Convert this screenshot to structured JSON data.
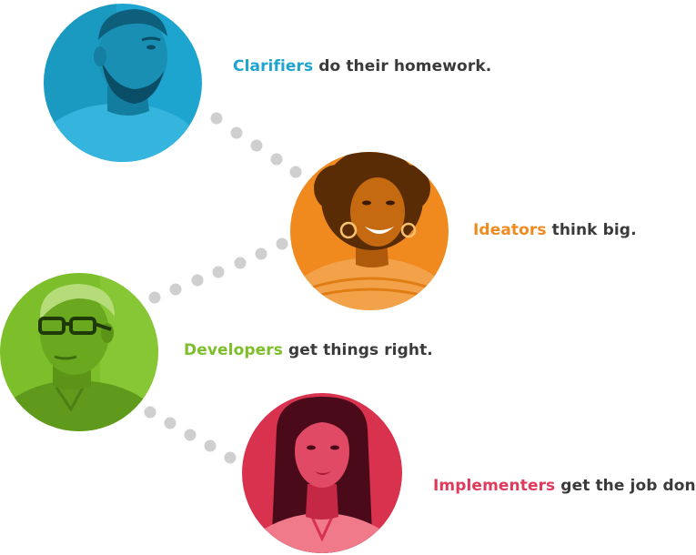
{
  "colors": {
    "clarifier": "#1ea5cf",
    "ideator": "#f08a1e",
    "developer": "#7cbf2a",
    "implementer": "#e03a5a",
    "text": "#3a3a3a",
    "dots": "#cfcfcf"
  },
  "profiles": [
    {
      "role": "Clarifiers",
      "tagline": " do their homework.",
      "portrait": "bearded-man-portrait"
    },
    {
      "role": "Ideators",
      "tagline": " think big.",
      "portrait": "curly-hair-woman-portrait"
    },
    {
      "role": "Developers",
      "tagline": " get things right.",
      "portrait": "glasses-man-portrait"
    },
    {
      "role": "Implementers",
      "tagline": " get the job done.",
      "portrait": "long-hair-woman-portrait"
    }
  ]
}
